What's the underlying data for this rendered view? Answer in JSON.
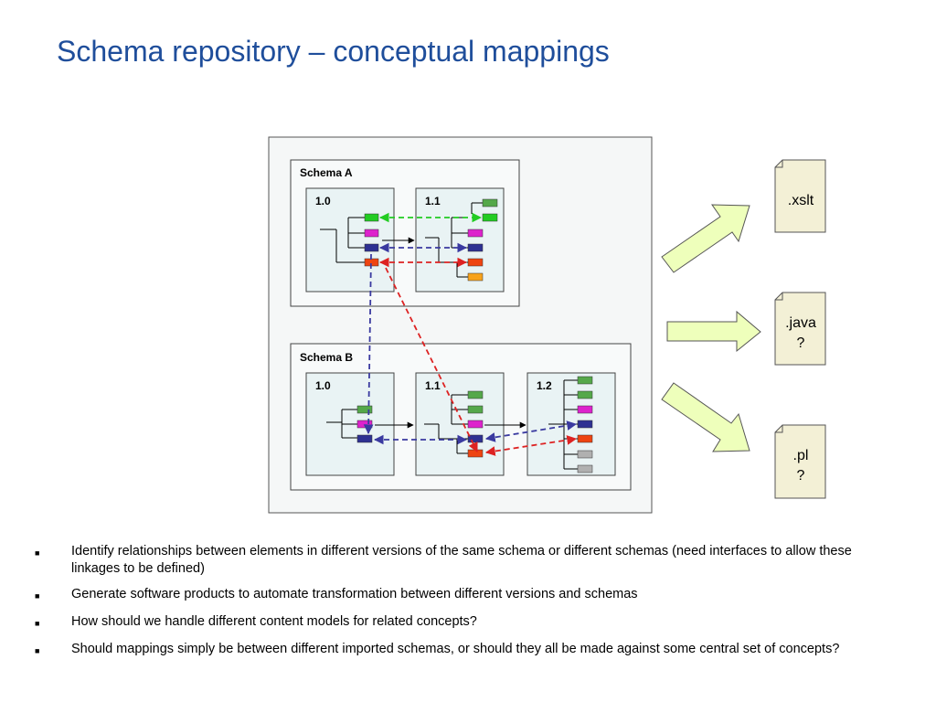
{
  "slide": {
    "title": "Schema repository – conceptual mappings"
  },
  "diagram": {
    "schema_a": {
      "label": "Schema A",
      "versions": [
        "1.0",
        "1.1"
      ]
    },
    "schema_b": {
      "label": "Schema B",
      "versions": [
        "1.0",
        "1.1",
        "1.2"
      ]
    },
    "outputs": [
      {
        "lines": [
          ".xslt"
        ]
      },
      {
        "lines": [
          ".java",
          "?"
        ]
      },
      {
        "lines": [
          ".pl",
          "?"
        ]
      }
    ],
    "colors": {
      "green": "#55a84a",
      "bright_green": "#22cc22",
      "magenta": "#dd22cc",
      "navy": "#2e3192",
      "orange_red": "#ee4411",
      "orange": "#f7a21b",
      "grey": "#b0b0b0",
      "arrow_fill": "#eeffbb",
      "doc_fill": "#f3f0d6",
      "panel_fill": "#eef5f6",
      "link_green": "#22cc22",
      "link_blue": "#3a3aa0",
      "link_red": "#dd2222"
    }
  },
  "bullets": [
    "Identify relationships between elements in different versions of the same schema or different schemas (need interfaces to allow these linkages to be defined)",
    "Generate software products to automate transformation between different versions and schemas",
    "How should we handle different content models for related concepts?",
    "Should mappings simply be between different imported schemas, or should they all be made against some central set of concepts?"
  ]
}
